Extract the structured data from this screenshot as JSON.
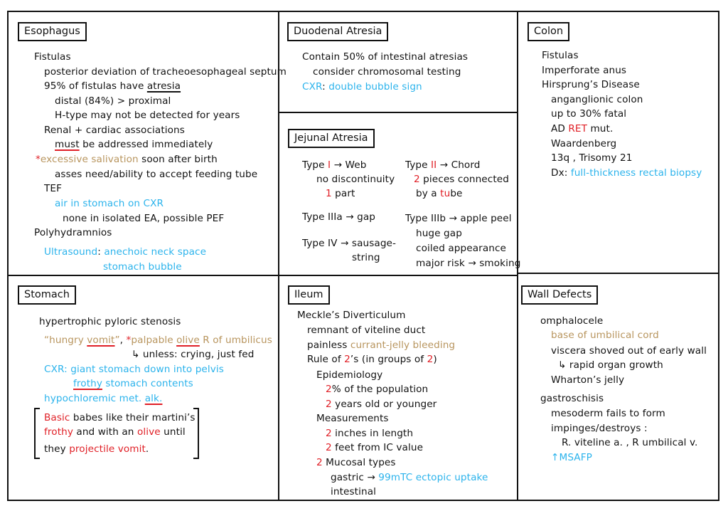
{
  "colors": {
    "black": "#111111",
    "tan": "#b8955e",
    "blue": "#2bb3ec",
    "red": "#e01f26"
  },
  "panels": [
    {
      "title": "Esophagus",
      "lines": [
        {
          "segs": [
            {
              "t": "Fistulas"
            }
          ]
        },
        {
          "segs": [
            {
              "t": "posterior deviation of tracheoesophageal septum"
            }
          ]
        },
        {
          "segs": [
            {
              "t": "95% of fistulas have "
            },
            {
              "t": "atresia",
              "u": "black"
            }
          ]
        },
        {
          "segs": [
            {
              "t": "distal (84%) > proximal"
            }
          ]
        },
        {
          "segs": [
            {
              "t": "H-type may not be detected for years"
            }
          ]
        },
        {
          "segs": [
            {
              "t": "Renal + cardiac associations"
            }
          ]
        },
        {
          "segs": [
            {
              "t": "must",
              "u": "red"
            },
            {
              "t": " be addressed immediately"
            }
          ]
        },
        {
          "segs": [
            {
              "t": "*",
              "c": "red"
            },
            {
              "t": "excessive salivation",
              "c": "tan"
            },
            {
              "t": " soon after birth"
            }
          ]
        },
        {
          "segs": [
            {
              "t": "asses need/ability to accept feeding tube"
            }
          ]
        },
        {
          "segs": [
            {
              "t": "TEF"
            }
          ]
        },
        {
          "segs": [
            {
              "t": "air in stomach on CXR",
              "c": "blue"
            }
          ]
        },
        {
          "segs": [
            {
              "t": "none in isolated EA, possible PEF"
            }
          ]
        },
        {
          "segs": [
            {
              "t": "Polyhydramnios"
            }
          ]
        },
        {
          "segs": [
            {
              "t": "Ultrasound",
              "c": "blue"
            },
            {
              "t": ": "
            },
            {
              "t": "anechoic neck space",
              "c": "blue"
            }
          ]
        },
        {
          "segs": [
            {
              "t": "stomach bubble",
              "c": "blue"
            }
          ]
        }
      ]
    },
    {
      "title": "Stomach",
      "lines": [
        {
          "segs": [
            {
              "t": "hypertrophic pyloric stenosis"
            }
          ]
        },
        {
          "segs": [
            {
              "t": "“hungry ",
              "c": "tan"
            },
            {
              "t": "vomit",
              "c": "tan",
              "u": "red"
            },
            {
              "t": "”",
              "c": "tan"
            },
            {
              "t": ", "
            },
            {
              "t": "*",
              "c": "red"
            },
            {
              "t": "palpable ",
              "c": "tan"
            },
            {
              "t": "olive",
              "c": "tan",
              "u": "red"
            },
            {
              "t": " R of umbilicus",
              "c": "tan"
            }
          ]
        },
        {
          "segs": [
            {
              "t": "↳ unless: crying, just fed"
            }
          ]
        },
        {
          "segs": [
            {
              "t": "CXR: giant stomach down into pelvis",
              "c": "blue"
            }
          ]
        },
        {
          "segs": [
            {
              "t": "frothy",
              "c": "blue",
              "u": "red"
            },
            {
              "t": " stomach contents",
              "c": "blue"
            }
          ]
        },
        {
          "segs": [
            {
              "t": "hypochloremic met. ",
              "c": "blue"
            },
            {
              "t": "alk.",
              "c": "blue",
              "u": "red"
            }
          ]
        },
        {
          "segs": [
            {
              "t": "Basic",
              "c": "red"
            },
            {
              "t": " babes like their martini’s"
            }
          ]
        },
        {
          "segs": [
            {
              "t": "frothy",
              "c": "red"
            },
            {
              "t": " and with an "
            },
            {
              "t": "olive",
              "c": "red"
            },
            {
              "t": " until"
            }
          ]
        },
        {
          "segs": [
            {
              "t": "they "
            },
            {
              "t": "projectile vomit",
              "c": "red"
            },
            {
              "t": "."
            }
          ]
        }
      ]
    },
    {
      "title": "Duodenal Atresia",
      "lines": [
        {
          "segs": [
            {
              "t": "Contain 50% of intestinal atresias"
            }
          ]
        },
        {
          "segs": [
            {
              "t": "consider chromosomal testing"
            }
          ]
        },
        {
          "segs": [
            {
              "t": "CXR",
              "c": "blue"
            },
            {
              "t": ": "
            },
            {
              "t": "double bubble sign",
              "c": "blue"
            }
          ]
        }
      ]
    },
    {
      "title": "Jejunal Atresia",
      "lines": [
        {
          "segs": [
            {
              "t": "Type "
            },
            {
              "t": "I",
              "c": "red"
            },
            {
              "t": " → Web"
            }
          ]
        },
        {
          "segs": [
            {
              "t": "no discontinuity"
            }
          ]
        },
        {
          "segs": [
            {
              "t": "1",
              "c": "red"
            },
            {
              "t": " part"
            }
          ]
        },
        {
          "segs": [
            {
              "t": "Type IIIa → gap"
            }
          ]
        },
        {
          "segs": [
            {
              "t": "Type IV → sausage-"
            }
          ]
        },
        {
          "segs": [
            {
              "t": "string"
            }
          ]
        },
        {
          "segs": [
            {
              "t": "Type "
            },
            {
              "t": "II",
              "c": "red"
            },
            {
              "t": " → Chord"
            }
          ]
        },
        {
          "segs": [
            {
              "t": "2",
              "c": "red"
            },
            {
              "t": " pieces connected"
            }
          ]
        },
        {
          "segs": [
            {
              "t": "by a "
            },
            {
              "t": "tu",
              "c": "red"
            },
            {
              "t": "be"
            }
          ]
        },
        {
          "segs": [
            {
              "t": "Type IIIb → apple peel"
            }
          ]
        },
        {
          "segs": [
            {
              "t": "huge gap"
            }
          ]
        },
        {
          "segs": [
            {
              "t": "coiled appearance"
            }
          ]
        },
        {
          "segs": [
            {
              "t": "major risk → smoking"
            }
          ]
        }
      ]
    },
    {
      "title": "Ileum",
      "lines": [
        {
          "segs": [
            {
              "t": "Meckle’s Diverticulum"
            }
          ]
        },
        {
          "segs": [
            {
              "t": "remnant of viteline duct"
            }
          ]
        },
        {
          "segs": [
            {
              "t": "painless "
            },
            {
              "t": "currant-jelly bleeding",
              "c": "tan"
            }
          ]
        },
        {
          "segs": [
            {
              "t": "Rule of "
            },
            {
              "t": "2",
              "c": "red"
            },
            {
              "t": "’s (in groups of "
            },
            {
              "t": "2",
              "c": "red"
            },
            {
              "t": ")"
            }
          ]
        },
        {
          "segs": [
            {
              "t": "Epidemiology"
            }
          ]
        },
        {
          "segs": [
            {
              "t": "2",
              "c": "red"
            },
            {
              "t": "% of the population"
            }
          ]
        },
        {
          "segs": [
            {
              "t": "2",
              "c": "red"
            },
            {
              "t": " years old or younger"
            }
          ]
        },
        {
          "segs": [
            {
              "t": "Measurements"
            }
          ]
        },
        {
          "segs": [
            {
              "t": "2",
              "c": "red"
            },
            {
              "t": " inches in length"
            }
          ]
        },
        {
          "segs": [
            {
              "t": "2",
              "c": "red"
            },
            {
              "t": " feet from IC value"
            }
          ]
        },
        {
          "segs": [
            {
              "t": "2",
              "c": "red"
            },
            {
              "t": " Mucosal types"
            }
          ]
        },
        {
          "segs": [
            {
              "t": "gastric → "
            },
            {
              "t": "99mTC ectopic uptake",
              "c": "blue"
            }
          ]
        },
        {
          "segs": [
            {
              "t": "intestinal"
            }
          ]
        }
      ]
    },
    {
      "title": "Colon",
      "lines": [
        {
          "segs": [
            {
              "t": "Fistulas"
            }
          ]
        },
        {
          "segs": [
            {
              "t": "Imperforate anus"
            }
          ]
        },
        {
          "segs": [
            {
              "t": "Hirsprung’s Disease"
            }
          ]
        },
        {
          "segs": [
            {
              "t": "anganglionic colon"
            }
          ]
        },
        {
          "segs": [
            {
              "t": "up to 30% fatal"
            }
          ]
        },
        {
          "segs": [
            {
              "t": "AD "
            },
            {
              "t": "RET",
              "c": "red"
            },
            {
              "t": " mut."
            }
          ]
        },
        {
          "segs": [
            {
              "t": "Waardenberg"
            }
          ]
        },
        {
          "segs": [
            {
              "t": "13q , Trisomy 21"
            }
          ]
        },
        {
          "segs": [
            {
              "t": "Dx: "
            },
            {
              "t": "full-thickness rectal biopsy",
              "c": "blue"
            }
          ]
        }
      ]
    },
    {
      "title": "Wall Defects",
      "lines": [
        {
          "segs": [
            {
              "t": "omphalocele"
            }
          ]
        },
        {
          "segs": [
            {
              "t": "base of umbilical cord",
              "c": "tan"
            }
          ]
        },
        {
          "segs": [
            {
              "t": "viscera shoved out of early wall"
            }
          ]
        },
        {
          "segs": [
            {
              "t": "↳ rapid organ growth"
            }
          ]
        },
        {
          "segs": [
            {
              "t": "Wharton’s jelly"
            }
          ]
        },
        {
          "segs": [
            {
              "t": "gastroschisis"
            }
          ]
        },
        {
          "segs": [
            {
              "t": "mesoderm fails to form"
            }
          ]
        },
        {
          "segs": [
            {
              "t": "impinges/destroys :"
            }
          ]
        },
        {
          "segs": [
            {
              "t": "R. viteline a. , R umbilical v."
            }
          ]
        },
        {
          "segs": [
            {
              "t": "↑MSAFP",
              "c": "blue"
            }
          ]
        }
      ]
    }
  ]
}
